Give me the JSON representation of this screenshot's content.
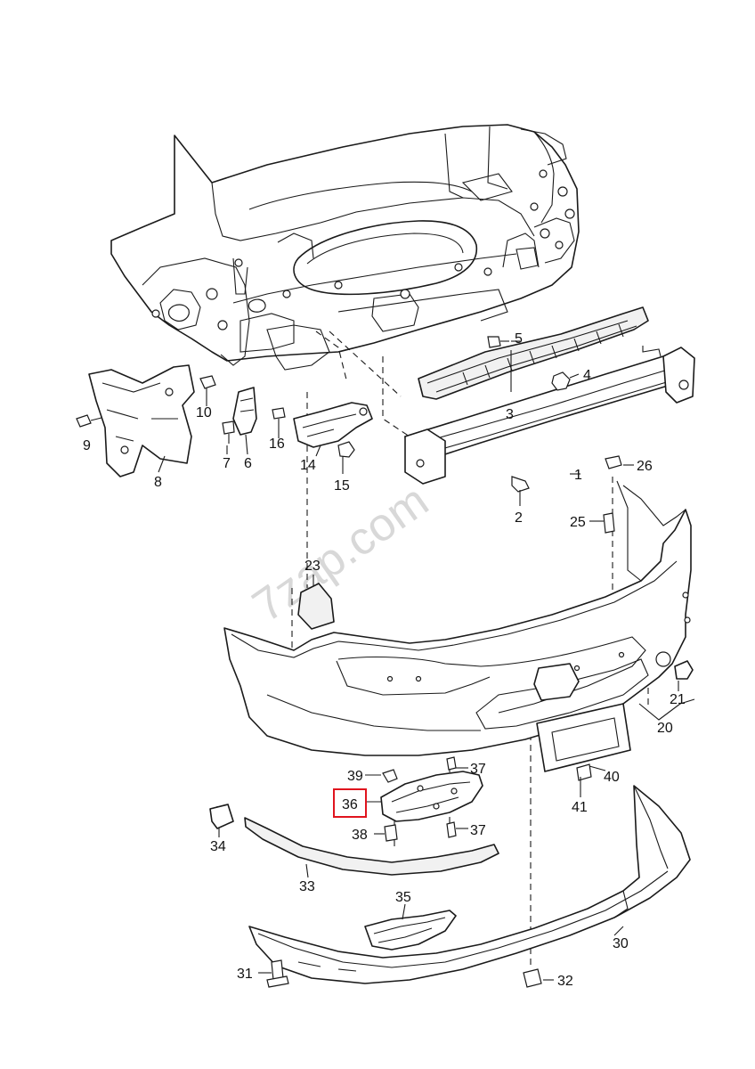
{
  "watermark": "7zap.com",
  "highlight_color": "#e0141e",
  "callouts": {
    "c1": "1",
    "c2": "2",
    "c3": "3",
    "c4": "4",
    "c5": "5",
    "c6": "6",
    "c7": "7",
    "c8": "8",
    "c9": "9",
    "c10": "10",
    "c14": "14",
    "c15": "15",
    "c16": "16",
    "c20": "20",
    "c21": "21",
    "c23": "23",
    "c25": "25",
    "c26": "26",
    "c30": "30",
    "c31": "31",
    "c32": "32",
    "c33": "33",
    "c34": "34",
    "c35": "35",
    "c36": "36",
    "c37a": "37",
    "c37b": "37",
    "c38": "38",
    "c39": "39",
    "c40": "40",
    "c41": "41"
  }
}
